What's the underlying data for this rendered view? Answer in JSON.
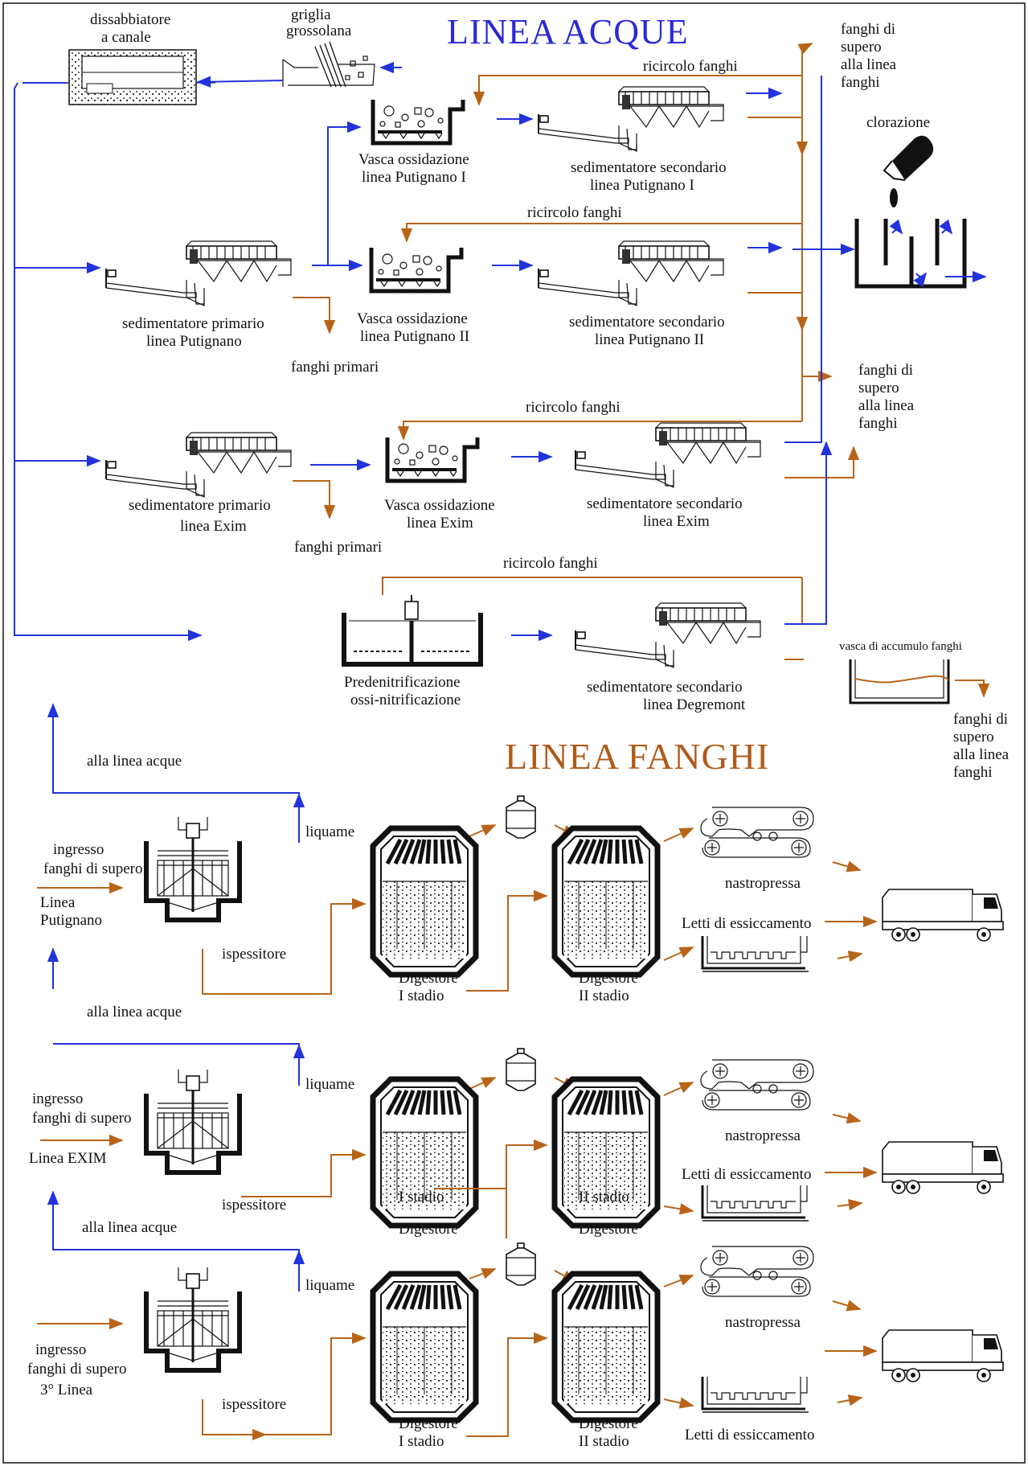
{
  "titles": {
    "water_line": "LINEA ACQUE",
    "sludge_line": "LINEA FANGHI"
  },
  "colors": {
    "water_flow": "#2233dd",
    "sludge_flow": "#b86418",
    "title_water": "#2a2ad8",
    "title_sludge": "#b05a1a"
  },
  "water": {
    "dissabbiatore": [
      "dissabbiatore",
      "a canale"
    ],
    "griglia": [
      "griglia",
      "grossolana"
    ],
    "ricircolo": "ricircolo fanghi",
    "supero_top": [
      "fanghi di",
      "supero",
      "alla linea",
      "fanghi"
    ],
    "clorazione": "clorazione",
    "vasca_put1": [
      "Vasca ossidazione",
      "linea Putignano I"
    ],
    "sed_sec_put1": [
      "sedimentatore secondario",
      "linea Putignano I"
    ],
    "sed_prim_put": [
      "sedimentatore primario",
      "linea Putignano"
    ],
    "vasca_put2": [
      "Vasca ossidazione",
      "linea Putignano II"
    ],
    "sed_sec_put2": [
      "sedimentatore secondario",
      "linea Putignano II"
    ],
    "fanghi_primari": "fanghi primari",
    "supero_mid": [
      "fanghi di",
      "supero",
      "alla linea",
      "fanghi"
    ],
    "sed_prim_exim": [
      "sedimentatore primario",
      "linea Exim"
    ],
    "vasca_exim": [
      "Vasca ossidazione",
      "linea Exim"
    ],
    "sed_sec_exim": [
      "sedimentatore secondario",
      "linea Exim"
    ],
    "predenit": [
      "Predenitrificazione",
      "ossi-nitrificazione"
    ],
    "sed_sec_degr": [
      "sedimentatore secondario",
      "linea Degremont"
    ],
    "vasca_accumulo": "vasca di accumulo fanghi",
    "supero_bottom": [
      "fanghi di",
      "supero",
      "alla linea",
      "fanghi"
    ]
  },
  "sludge": {
    "alla_linea_acque": "alla linea acque",
    "liquame": "liquame",
    "ingresso_put": [
      "ingresso",
      "fanghi di supero",
      "Linea",
      "Putignano"
    ],
    "ingresso_exim": [
      "ingresso",
      "fanghi di supero",
      "Linea EXIM"
    ],
    "ingresso_3": [
      "ingresso",
      "fanghi di supero",
      "3° Linea"
    ],
    "ispessitore": "ispessitore",
    "digestore": "Digestore",
    "i_stadio": "I stadio",
    "ii_stadio": "II stadio",
    "nastropressa": "nastropressa",
    "letti": "Letti di essiccamento"
  }
}
